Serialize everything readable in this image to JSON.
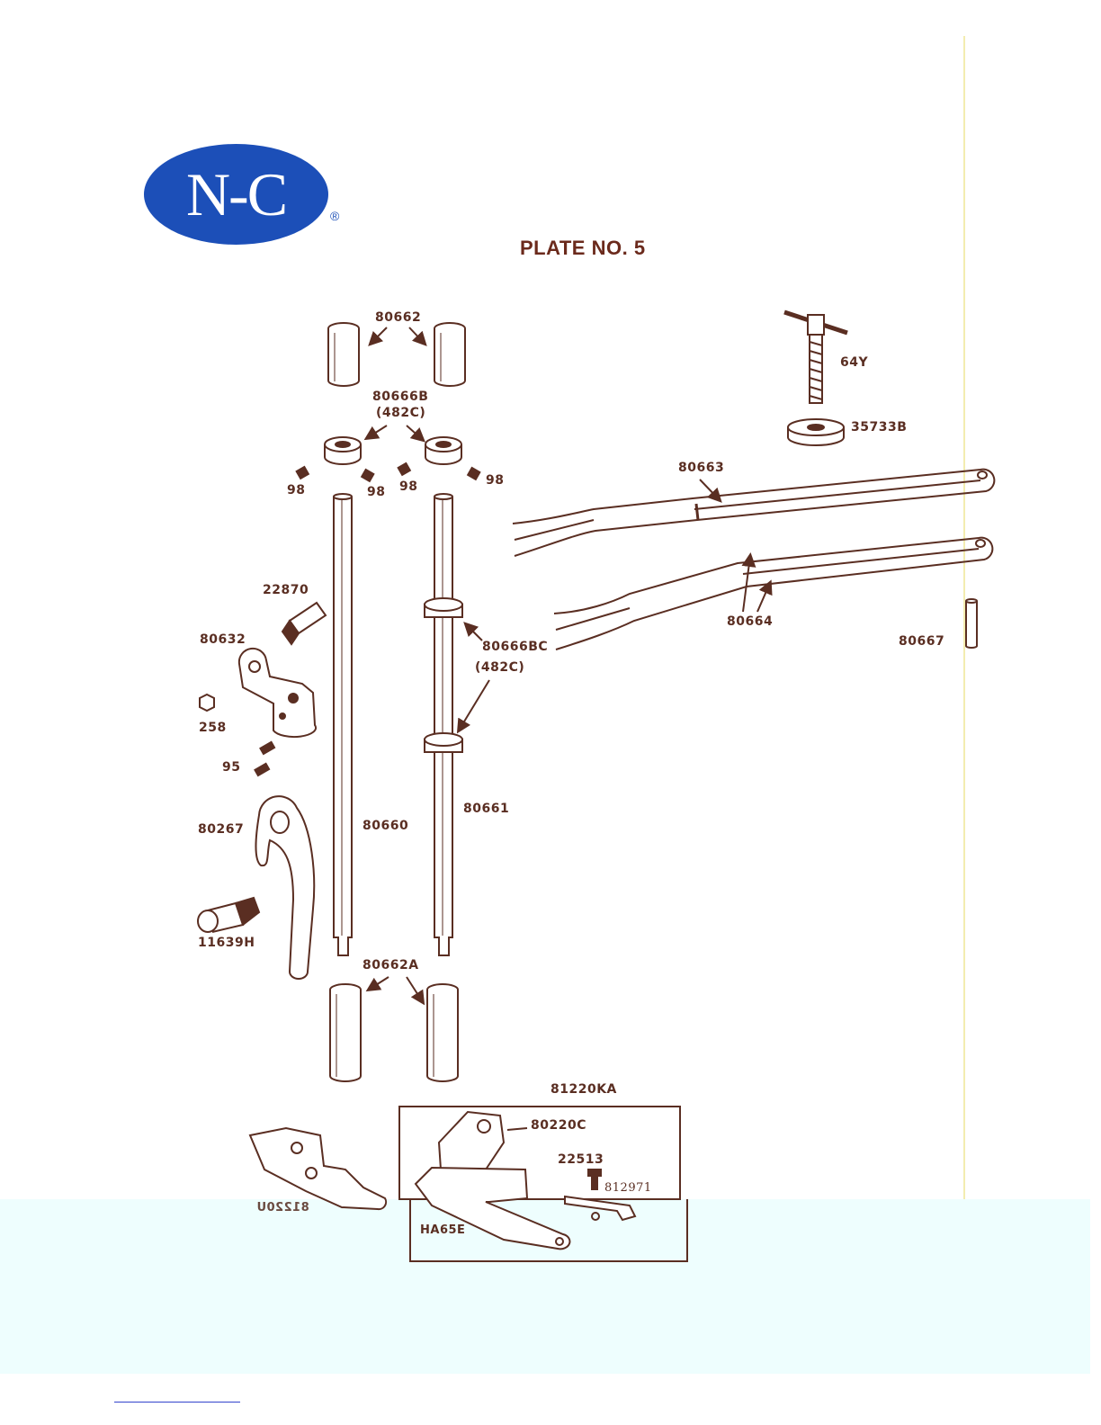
{
  "logo": {
    "text": "N-C",
    "registered": "®"
  },
  "plate": {
    "title": "PLATE NO. 5"
  },
  "labels": {
    "p80662": "80662",
    "p80666b": "80666B",
    "p482c_top": "(482C)",
    "p98a": "98",
    "p98b": "98",
    "p98c": "98",
    "p98d": "98",
    "p64y": "64Y",
    "p35733b": "35733B",
    "p80663": "80663",
    "p80664": "80664",
    "p80667": "80667",
    "p22870": "22870",
    "p80632": "80632",
    "p258": "258",
    "p95": "95",
    "p80666bc": "80666BC",
    "p482c_mid": "(482C)",
    "p80661": "80661",
    "p80660": "80660",
    "p80267": "80267",
    "p11639h": "11639H",
    "p80662a": "80662A",
    "p81220ka": "81220KA",
    "p80220c": "80220C",
    "p22513": "22513",
    "p812971": "812971",
    "p_mirror": "81220U",
    "pha65e": "HA65E"
  },
  "colors": {
    "logo_blue": "#1c4fb8",
    "ink": "#5a2e22",
    "highlight_strip": "#eefefe"
  }
}
